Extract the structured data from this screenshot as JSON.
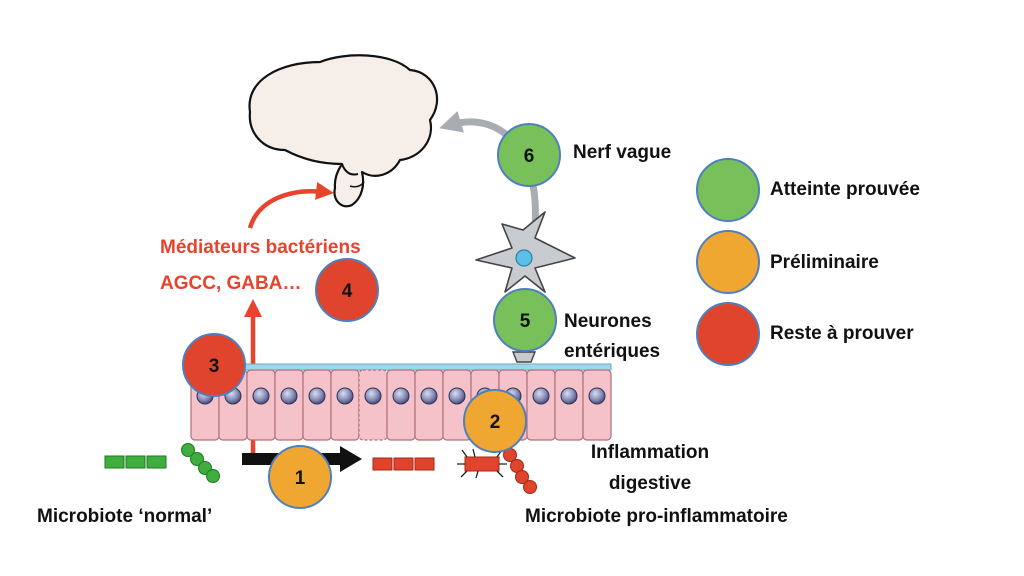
{
  "labels": {
    "mediators_line1": "Médiateurs bactériens",
    "mediators_line2": "AGCC, GABA…",
    "vagus_nerve": "Nerf vague",
    "enteric_line1": "Neurones",
    "enteric_line2": "entériques",
    "inflammation_line1": "Inflammation",
    "inflammation_line2": "digestive",
    "pro_inflammatory_microbiota": "Microbiote pro-inflammatoire",
    "normal_microbiota": "Microbiote ‘normal’"
  },
  "steps": [
    {
      "number": "1",
      "status": "preliminary"
    },
    {
      "number": "2",
      "status": "preliminary"
    },
    {
      "number": "3",
      "status": "unproven"
    },
    {
      "number": "4",
      "status": "unproven"
    },
    {
      "number": "5",
      "status": "proven"
    },
    {
      "number": "6",
      "status": "proven"
    }
  ],
  "legend": [
    {
      "label": "Atteinte prouvée",
      "status": "proven"
    },
    {
      "label": "Préliminaire",
      "status": "preliminary"
    },
    {
      "label": "Reste à prouver",
      "status": "unproven"
    }
  ],
  "colors": {
    "proven": "#78c05a",
    "preliminary": "#f0a732",
    "unproven": "#e0442d",
    "outline": "#4f7fbd",
    "mediator_arrow": "#e8432d",
    "vagus_arrow": "#a8adb3",
    "brain_fill": "#f6efe9",
    "epithelium_fill": "#f4c2c8",
    "nucleus_fill": "#8a8fb8",
    "normal_bacteria": "#3fae3f",
    "pathogenic_bacteria": "#e0442d"
  },
  "icons": [
    "brain-icon",
    "neuron-icon",
    "epithelium-icon",
    "bacteria-icon",
    "arrow-icon"
  ]
}
